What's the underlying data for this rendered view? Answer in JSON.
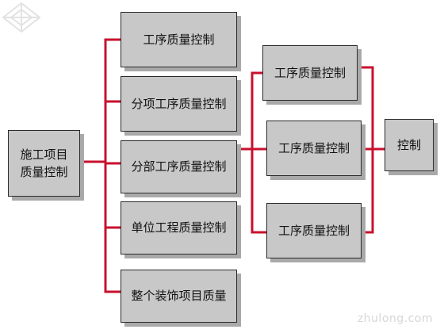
{
  "diagram": {
    "root": "施工项目\n质量控制",
    "level1": [
      "工序质量控制",
      "分项工序质量控制",
      "分部工序质量控制",
      "单位工程质量控制",
      "整个装饰项目质量"
    ],
    "level2": [
      "工序质量控制",
      "工序质量控制",
      "工序质量控制"
    ],
    "level3": "控制"
  },
  "colors": {
    "connector": "#c8102e",
    "box_fill": "#c8c8c8",
    "box_shadow": "#a9a9a9"
  },
  "watermark": "zhulong.com"
}
